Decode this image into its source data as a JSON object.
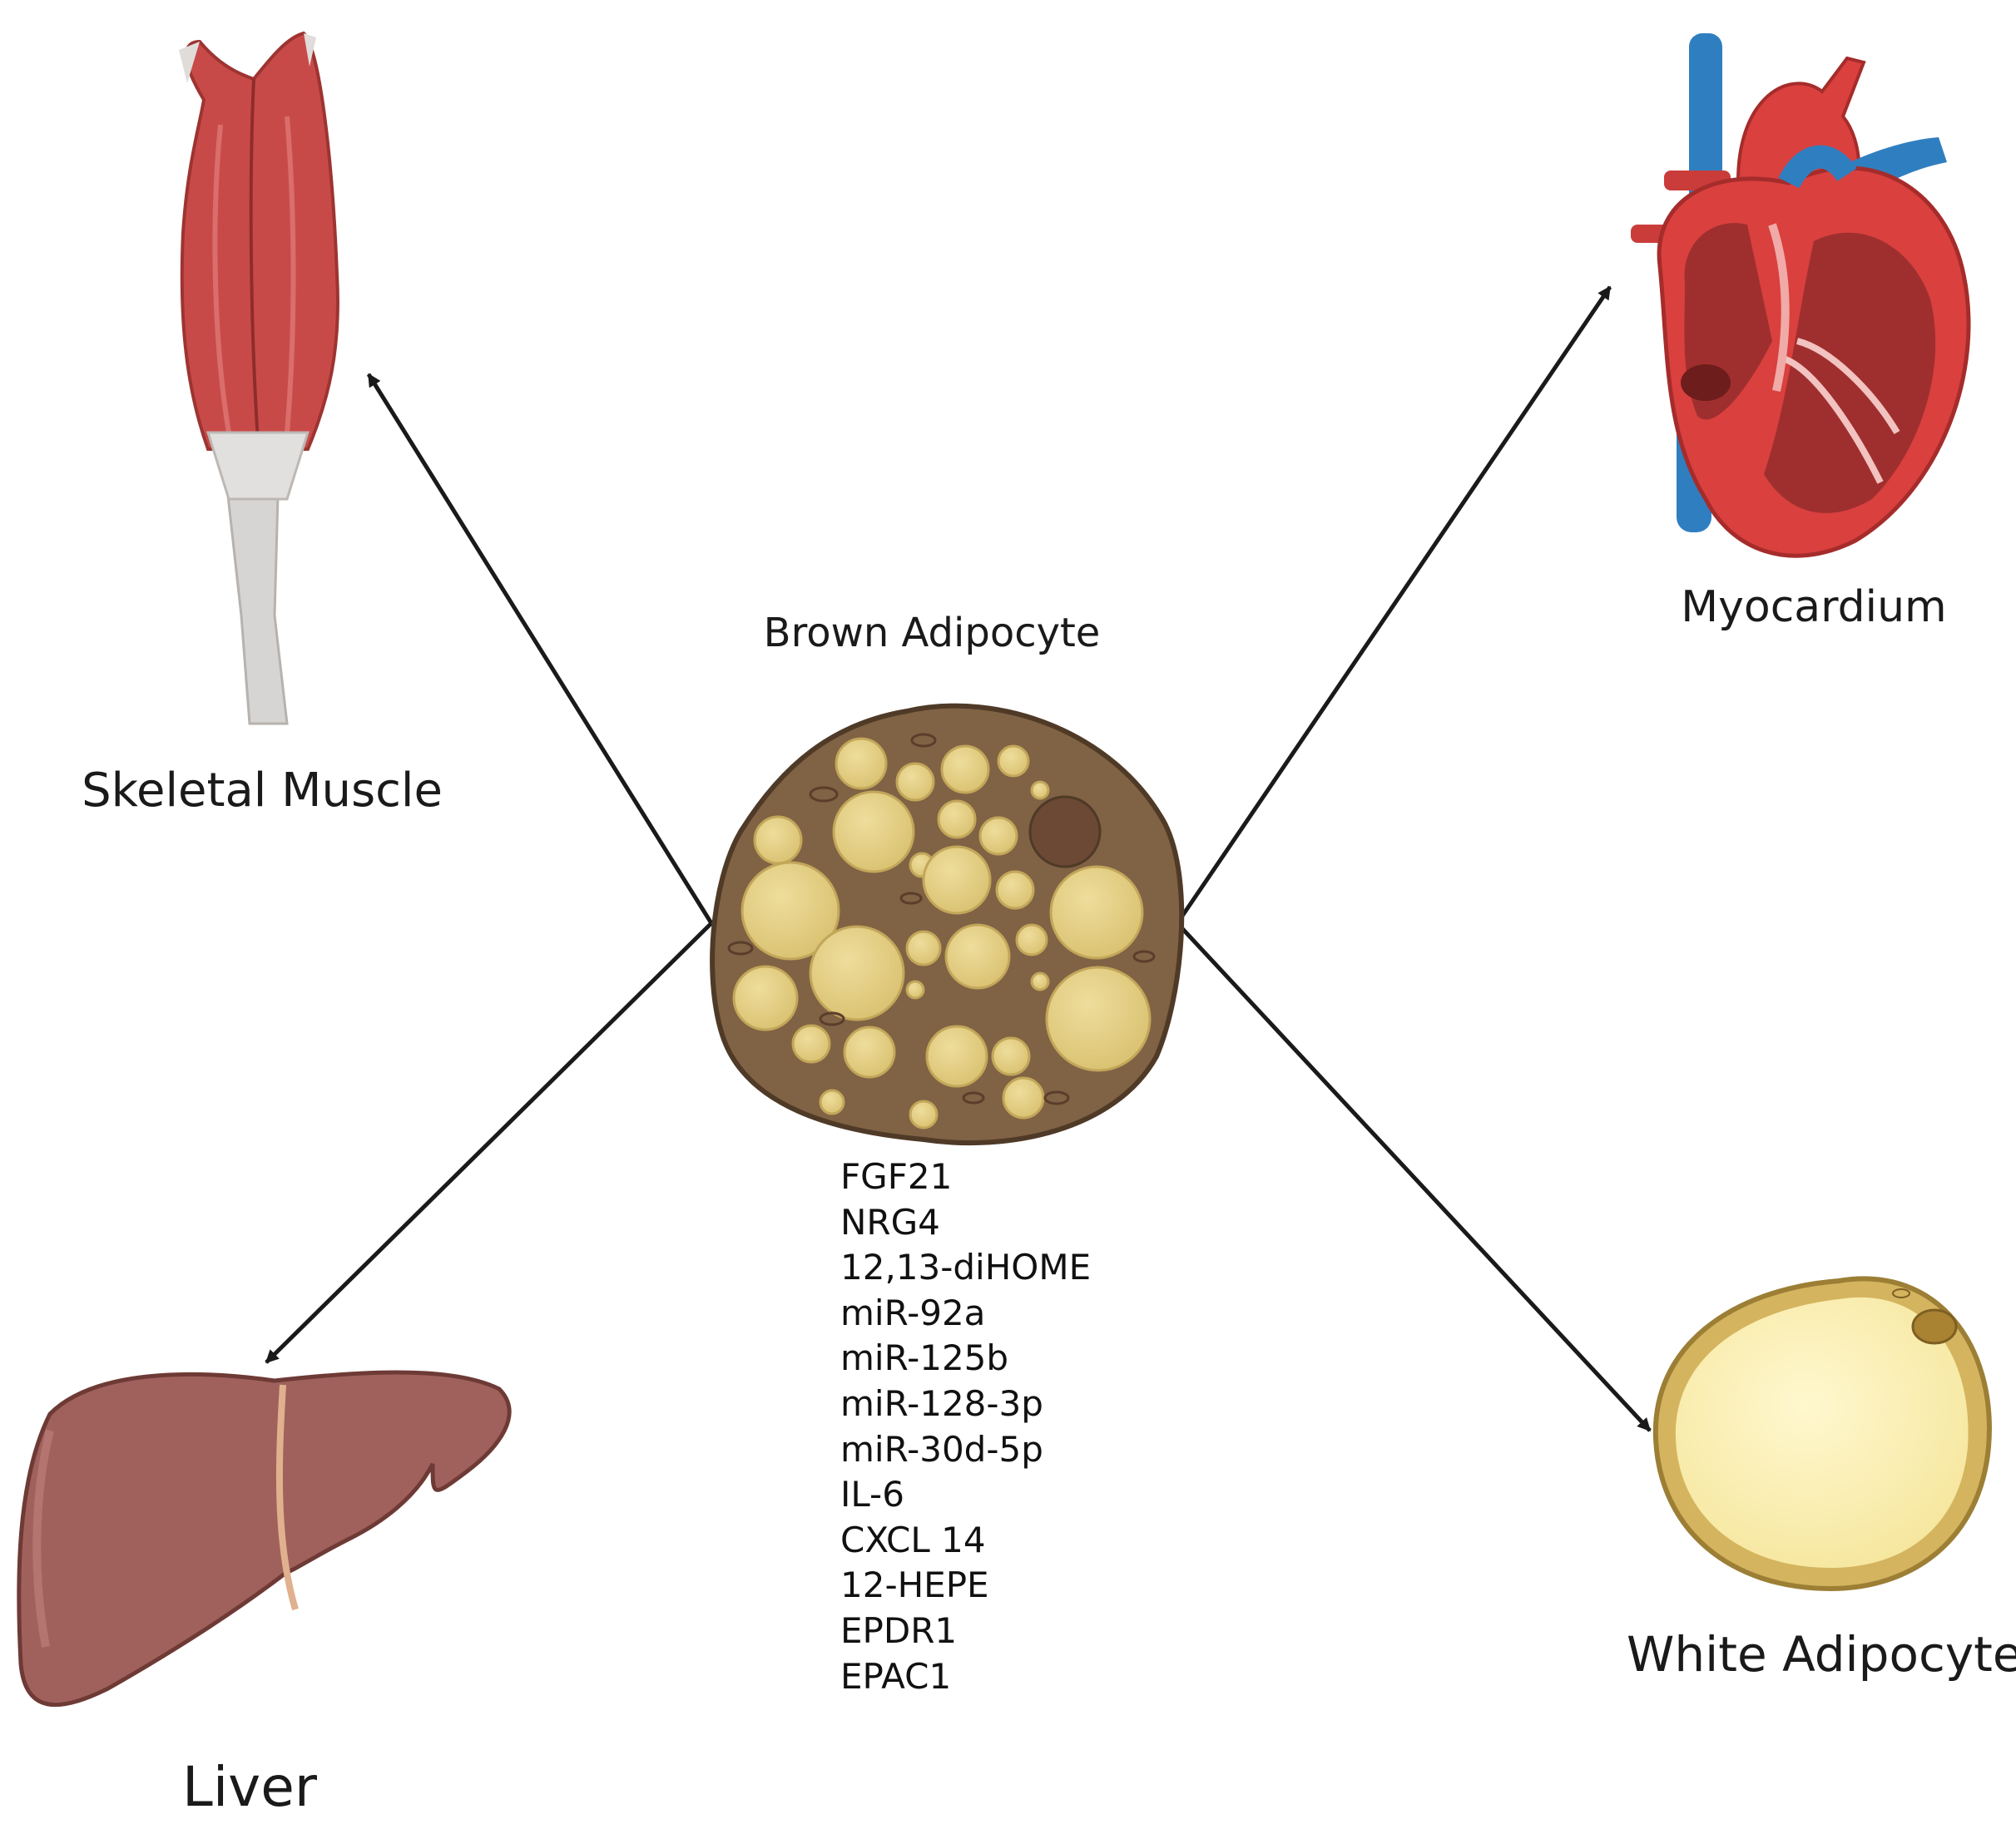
{
  "labels": {
    "skeletal_muscle": "Skeletal Muscle",
    "myocardium": "Myocardium",
    "brown_adipocyte": "Brown Adipocyte",
    "white_adipocyte": "White Adipocyte",
    "liver": "Liver"
  },
  "secreted_factors": [
    "FGF21",
    "NRG4",
    "12,13-diHOME",
    "miR-92a",
    "miR-125b",
    "miR-128-3p",
    "miR-30d-5p",
    "IL-6",
    "CXCL 14",
    "12-HEPE",
    "EPDR1",
    "EPAC1"
  ],
  "colors": {
    "arrow": "#1a1a1a",
    "brown_cytoplasm": "#806244",
    "lipid_droplet": "#e1cb82",
    "white_lipid": "#fbefb2",
    "liver": "#a0615c",
    "muscle": "#c9504d",
    "tendon": "#d8d6d4",
    "heart_red": "#d9403e",
    "vein_blue": "#2f7fc0"
  }
}
